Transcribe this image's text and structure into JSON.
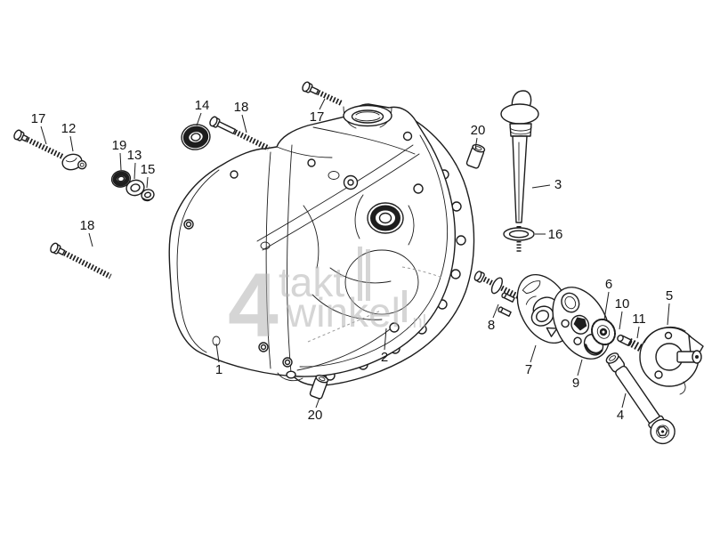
{
  "colors": {
    "background": "#ffffff",
    "line": "#1d1d1d",
    "watermark": "#b4b4b4"
  },
  "watermark": {
    "big": "4",
    "word1": "takt",
    "word2": "winkel",
    "suffix": ".nl"
  },
  "labels": [
    {
      "text": "17"
    },
    {
      "text": "12"
    },
    {
      "text": "19"
    },
    {
      "text": "13"
    },
    {
      "text": "15"
    },
    {
      "text": "14"
    },
    {
      "text": "18"
    },
    {
      "text": "17"
    },
    {
      "text": "20"
    },
    {
      "text": "3"
    },
    {
      "text": "16"
    },
    {
      "text": "18"
    },
    {
      "text": "1"
    },
    {
      "text": "2"
    },
    {
      "text": "20"
    },
    {
      "text": "8"
    },
    {
      "text": "7"
    },
    {
      "text": "9"
    },
    {
      "text": "6"
    },
    {
      "text": "10"
    },
    {
      "text": "11"
    },
    {
      "text": "5"
    },
    {
      "text": "4"
    }
  ]
}
